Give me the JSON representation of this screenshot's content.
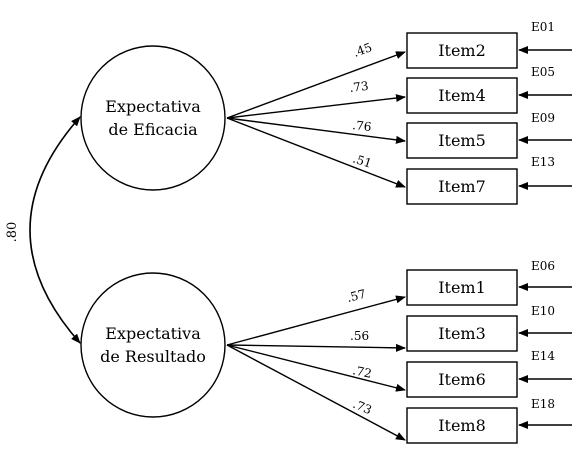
{
  "factors": [
    {
      "id": "eficacia",
      "line1": "Expectativa",
      "line2": "de Eficacia",
      "paths": [
        {
          "item": "Item2",
          "error": "E01",
          "coef": ".45"
        },
        {
          "item": "Item4",
          "error": "E05",
          "coef": ".73"
        },
        {
          "item": "Item5",
          "error": "E09",
          "coef": ".76"
        },
        {
          "item": "Item7",
          "error": "E13",
          "coef": ".51"
        }
      ]
    },
    {
      "id": "resultado",
      "line1": "Expectativa",
      "line2": "de Resultado",
      "paths": [
        {
          "item": "Item1",
          "error": "E06",
          "coef": ".57"
        },
        {
          "item": "Item3",
          "error": "E10",
          "coef": ".56"
        },
        {
          "item": "Item6",
          "error": "E14",
          "coef": ".72"
        },
        {
          "item": "Item8",
          "error": "E18",
          "coef": ".73"
        }
      ]
    }
  ],
  "correlation": ".80"
}
